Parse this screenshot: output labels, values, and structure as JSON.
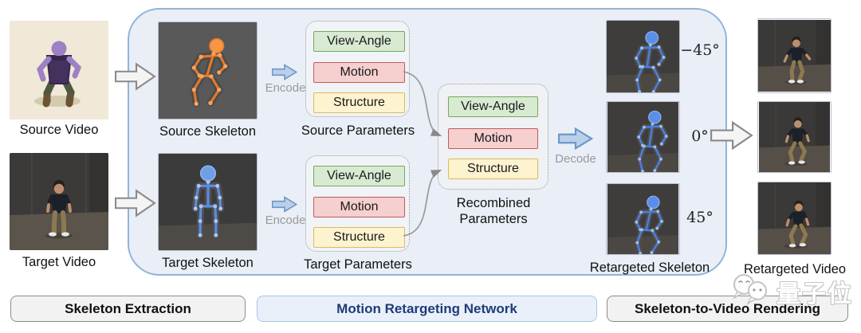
{
  "left_column": {
    "source_video_label": "Source Video",
    "target_video_label": "Target Video"
  },
  "network": {
    "source_skeleton_label": "Source Skeleton",
    "target_skeleton_label": "Target Skeleton",
    "encode_label": "Encode",
    "decode_label": "Decode",
    "groups": {
      "source": {
        "title": "Source Parameters",
        "rows": [
          "View-Angle",
          "Motion",
          "Structure"
        ]
      },
      "target": {
        "title": "Target Parameters",
        "rows": [
          "View-Angle",
          "Motion",
          "Structure"
        ]
      },
      "recombined": {
        "title": "Recombined Parameters",
        "rows": [
          "View-Angle",
          "Motion",
          "Structure"
        ]
      }
    },
    "retargeted_skeleton_label": "Retargeted Skeleton",
    "angle_labels": [
      "−45°",
      "0°",
      "45°"
    ]
  },
  "right_column": {
    "retargeted_video_label": "Retargeted Video"
  },
  "bottom_bar": {
    "sections": [
      {
        "label": "Skeleton Extraction"
      },
      {
        "label": "Motion Retargeting Network"
      },
      {
        "label": "Skeleton-to-Video Rendering"
      }
    ]
  },
  "watermark": {
    "text": "量子位"
  },
  "colors": {
    "network_box_fill": "#e9eef7",
    "network_box_border": "#8fb4d9",
    "view_angle_fill": "#d9ead3",
    "view_angle_border": "#74a95c",
    "motion_fill": "#f6cfcf",
    "motion_border": "#c25b5b",
    "structure_fill": "#fdf3cf",
    "structure_border": "#d8bc5a",
    "encode_arrow_fill": "#b9d0ea",
    "encode_arrow_border": "#6d97c6",
    "source_skeleton_color": "#e2792a",
    "target_skeleton_color": "#5b8ede",
    "bottom_blue_text": "#1e3c78"
  }
}
